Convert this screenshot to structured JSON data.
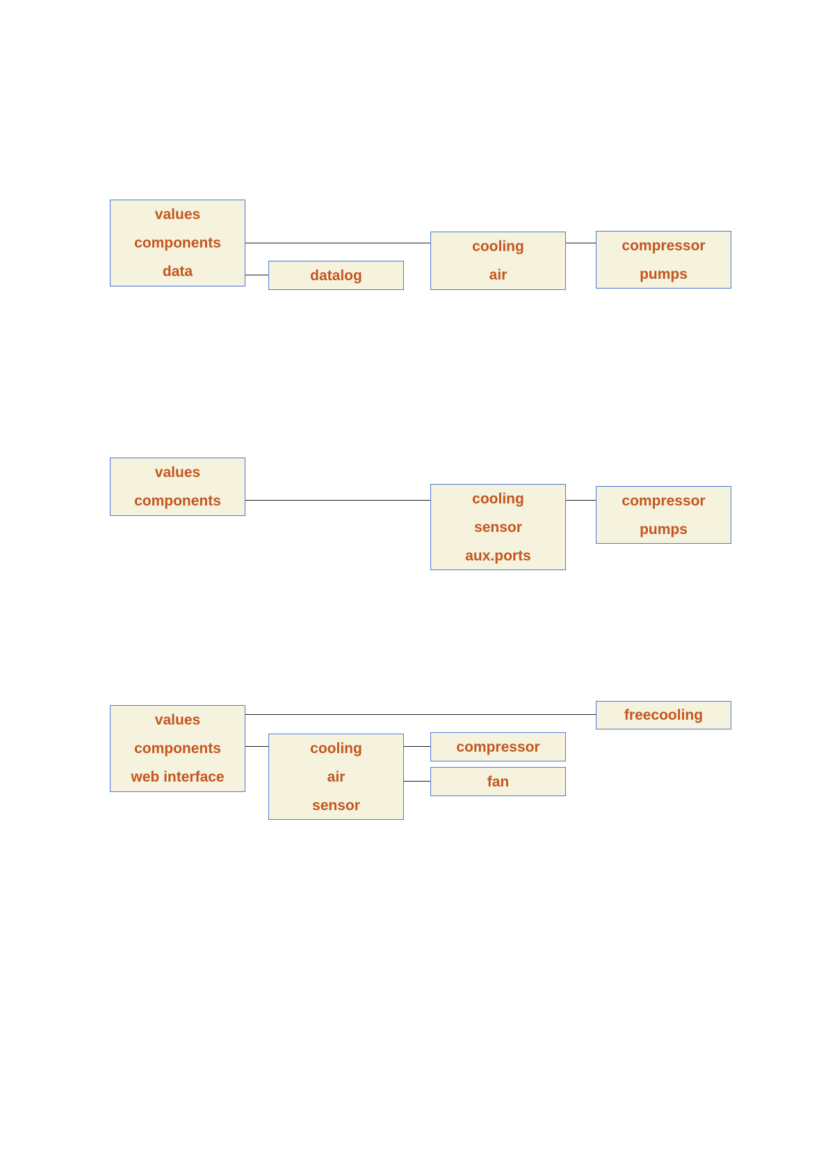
{
  "diagrams": [
    {
      "root": [
        "values",
        "components",
        "data"
      ],
      "datalog": [
        "datalog"
      ],
      "cooling": [
        "cooling",
        "air"
      ],
      "compressor_pumps": [
        "compressor",
        "pumps"
      ]
    },
    {
      "root": [
        "values",
        "components"
      ],
      "cooling": [
        "cooling",
        "sensor",
        "aux.ports"
      ],
      "compressor_pumps": [
        "compressor",
        "pumps"
      ]
    },
    {
      "root": [
        "values",
        "components",
        "web interface"
      ],
      "freecooling": [
        "freecooling"
      ],
      "cooling": [
        "cooling",
        "air",
        "sensor"
      ],
      "compressor": [
        "compressor"
      ],
      "fan": [
        "fan"
      ]
    }
  ]
}
